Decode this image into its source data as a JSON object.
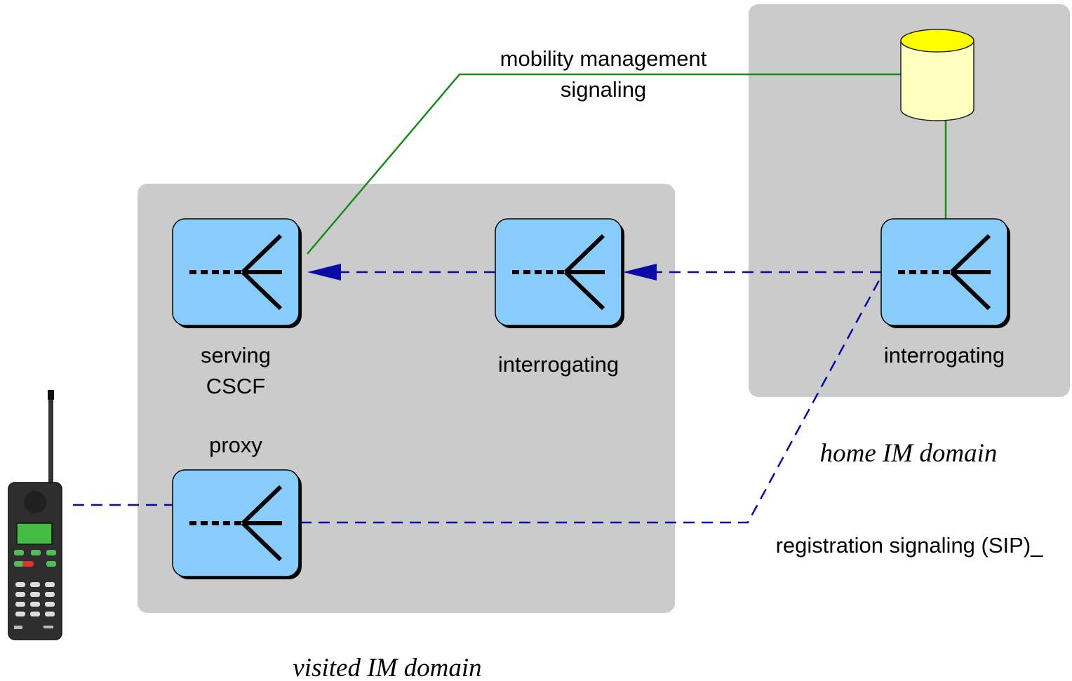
{
  "domains": {
    "visited": {
      "label": "visited IM domain"
    },
    "home": {
      "label": "home IM domain"
    }
  },
  "nodes": {
    "serving": {
      "label_line1": "serving",
      "label_line2": "CSCF"
    },
    "interrogating_visited": {
      "label": "interrogating"
    },
    "interrogating_home": {
      "label": "interrogating"
    },
    "proxy": {
      "label": "proxy"
    }
  },
  "signaling": {
    "mobility": {
      "label_line1": "mobility management",
      "label_line2": "signaling"
    },
    "registration": {
      "label": "registration signaling (SIP)_"
    }
  },
  "colors": {
    "domain_fill": "#cbcbcb",
    "node_fill": "#87ccfa",
    "database_fill": "#ffffc0",
    "mobility_line": "#1a8a1a",
    "registration_line": "#0a0aa6"
  },
  "icons": {
    "node": "cscf-router-icon",
    "database": "hss-database-icon",
    "terminal": "mobile-phone-icon"
  }
}
